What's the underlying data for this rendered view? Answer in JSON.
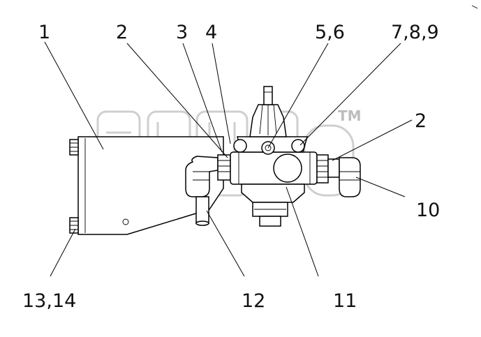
{
  "watermark": {
    "trademark": "TM"
  },
  "callouts": [
    {
      "id": "c1",
      "text": "1"
    },
    {
      "id": "c2a",
      "text": "2"
    },
    {
      "id": "c3",
      "text": "3"
    },
    {
      "id": "c4",
      "text": "4"
    },
    {
      "id": "c56",
      "text": "5,6"
    },
    {
      "id": "c789",
      "text": "7,8,9"
    },
    {
      "id": "c2b",
      "text": "2"
    },
    {
      "id": "c10",
      "text": "10"
    },
    {
      "id": "c11",
      "text": "11"
    },
    {
      "id": "c12",
      "text": "12"
    },
    {
      "id": "c1314",
      "text": "13,14"
    }
  ],
  "colors": {
    "line": "#000000",
    "watermark": "#cfcfcf"
  }
}
